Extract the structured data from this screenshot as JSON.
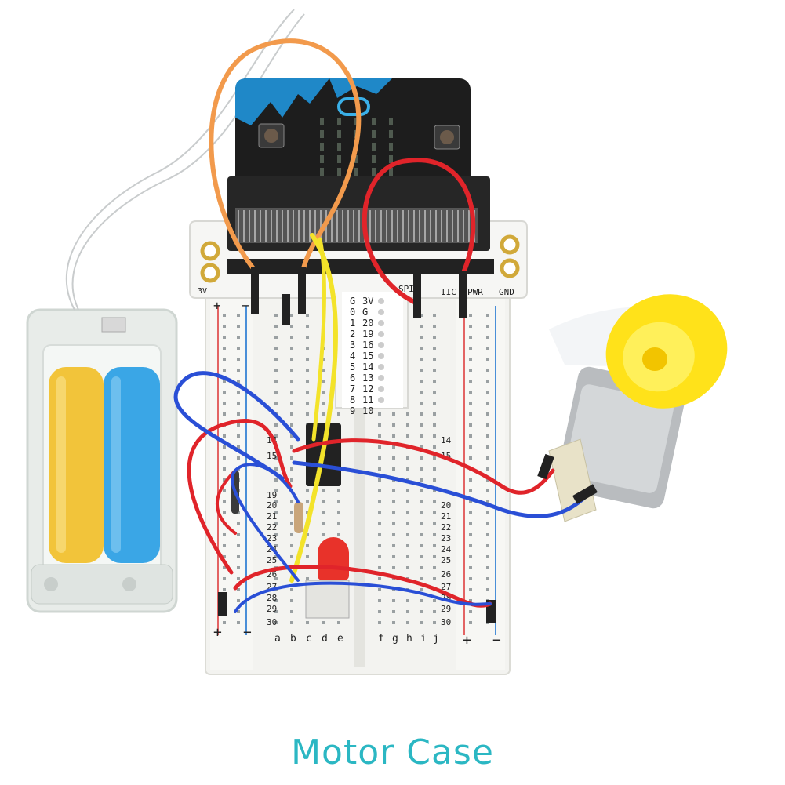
{
  "caption": "Motor Case",
  "colors": {
    "caption": "#2bb7c3",
    "wire_red": "#e0242a",
    "wire_blue": "#2a4fd6",
    "wire_yellow": "#f3e32a",
    "wire_orange": "#f29a4c",
    "board_black": "#1d1d1d",
    "board_blue": "#1f88c8",
    "battery_yellow": "#f2c43a",
    "battery_blue": "#3aa6e6",
    "wheel_yellow": "#ffe21a",
    "motor_silver": "#b9bcbf"
  },
  "pin_labels": {
    "rows": [
      [
        "G",
        "3V"
      ],
      [
        "0",
        "G"
      ],
      [
        "1",
        "20"
      ],
      [
        "2",
        "19"
      ],
      [
        "3",
        "16"
      ],
      [
        "4",
        "15"
      ],
      [
        "5",
        "14"
      ],
      [
        "6",
        "13"
      ],
      [
        "7",
        "12"
      ],
      [
        "8",
        "11"
      ],
      [
        "9",
        "10"
      ]
    ]
  },
  "edge_labels": {
    "spi": "SPI",
    "iic": "IIC",
    "pwr": "PWR",
    "gnd": "GND",
    "left_v": "3V"
  },
  "breadboard": {
    "columns_left": [
      "a",
      "b",
      "c",
      "d",
      "e"
    ],
    "columns_right": [
      "f",
      "g",
      "h",
      "i",
      "j"
    ],
    "row_numbers": [
      "14",
      "15",
      "19",
      "20",
      "21",
      "22",
      "23",
      "24",
      "25",
      "26",
      "27",
      "28",
      "29",
      "30"
    ],
    "plus": "+",
    "minus": "−"
  }
}
